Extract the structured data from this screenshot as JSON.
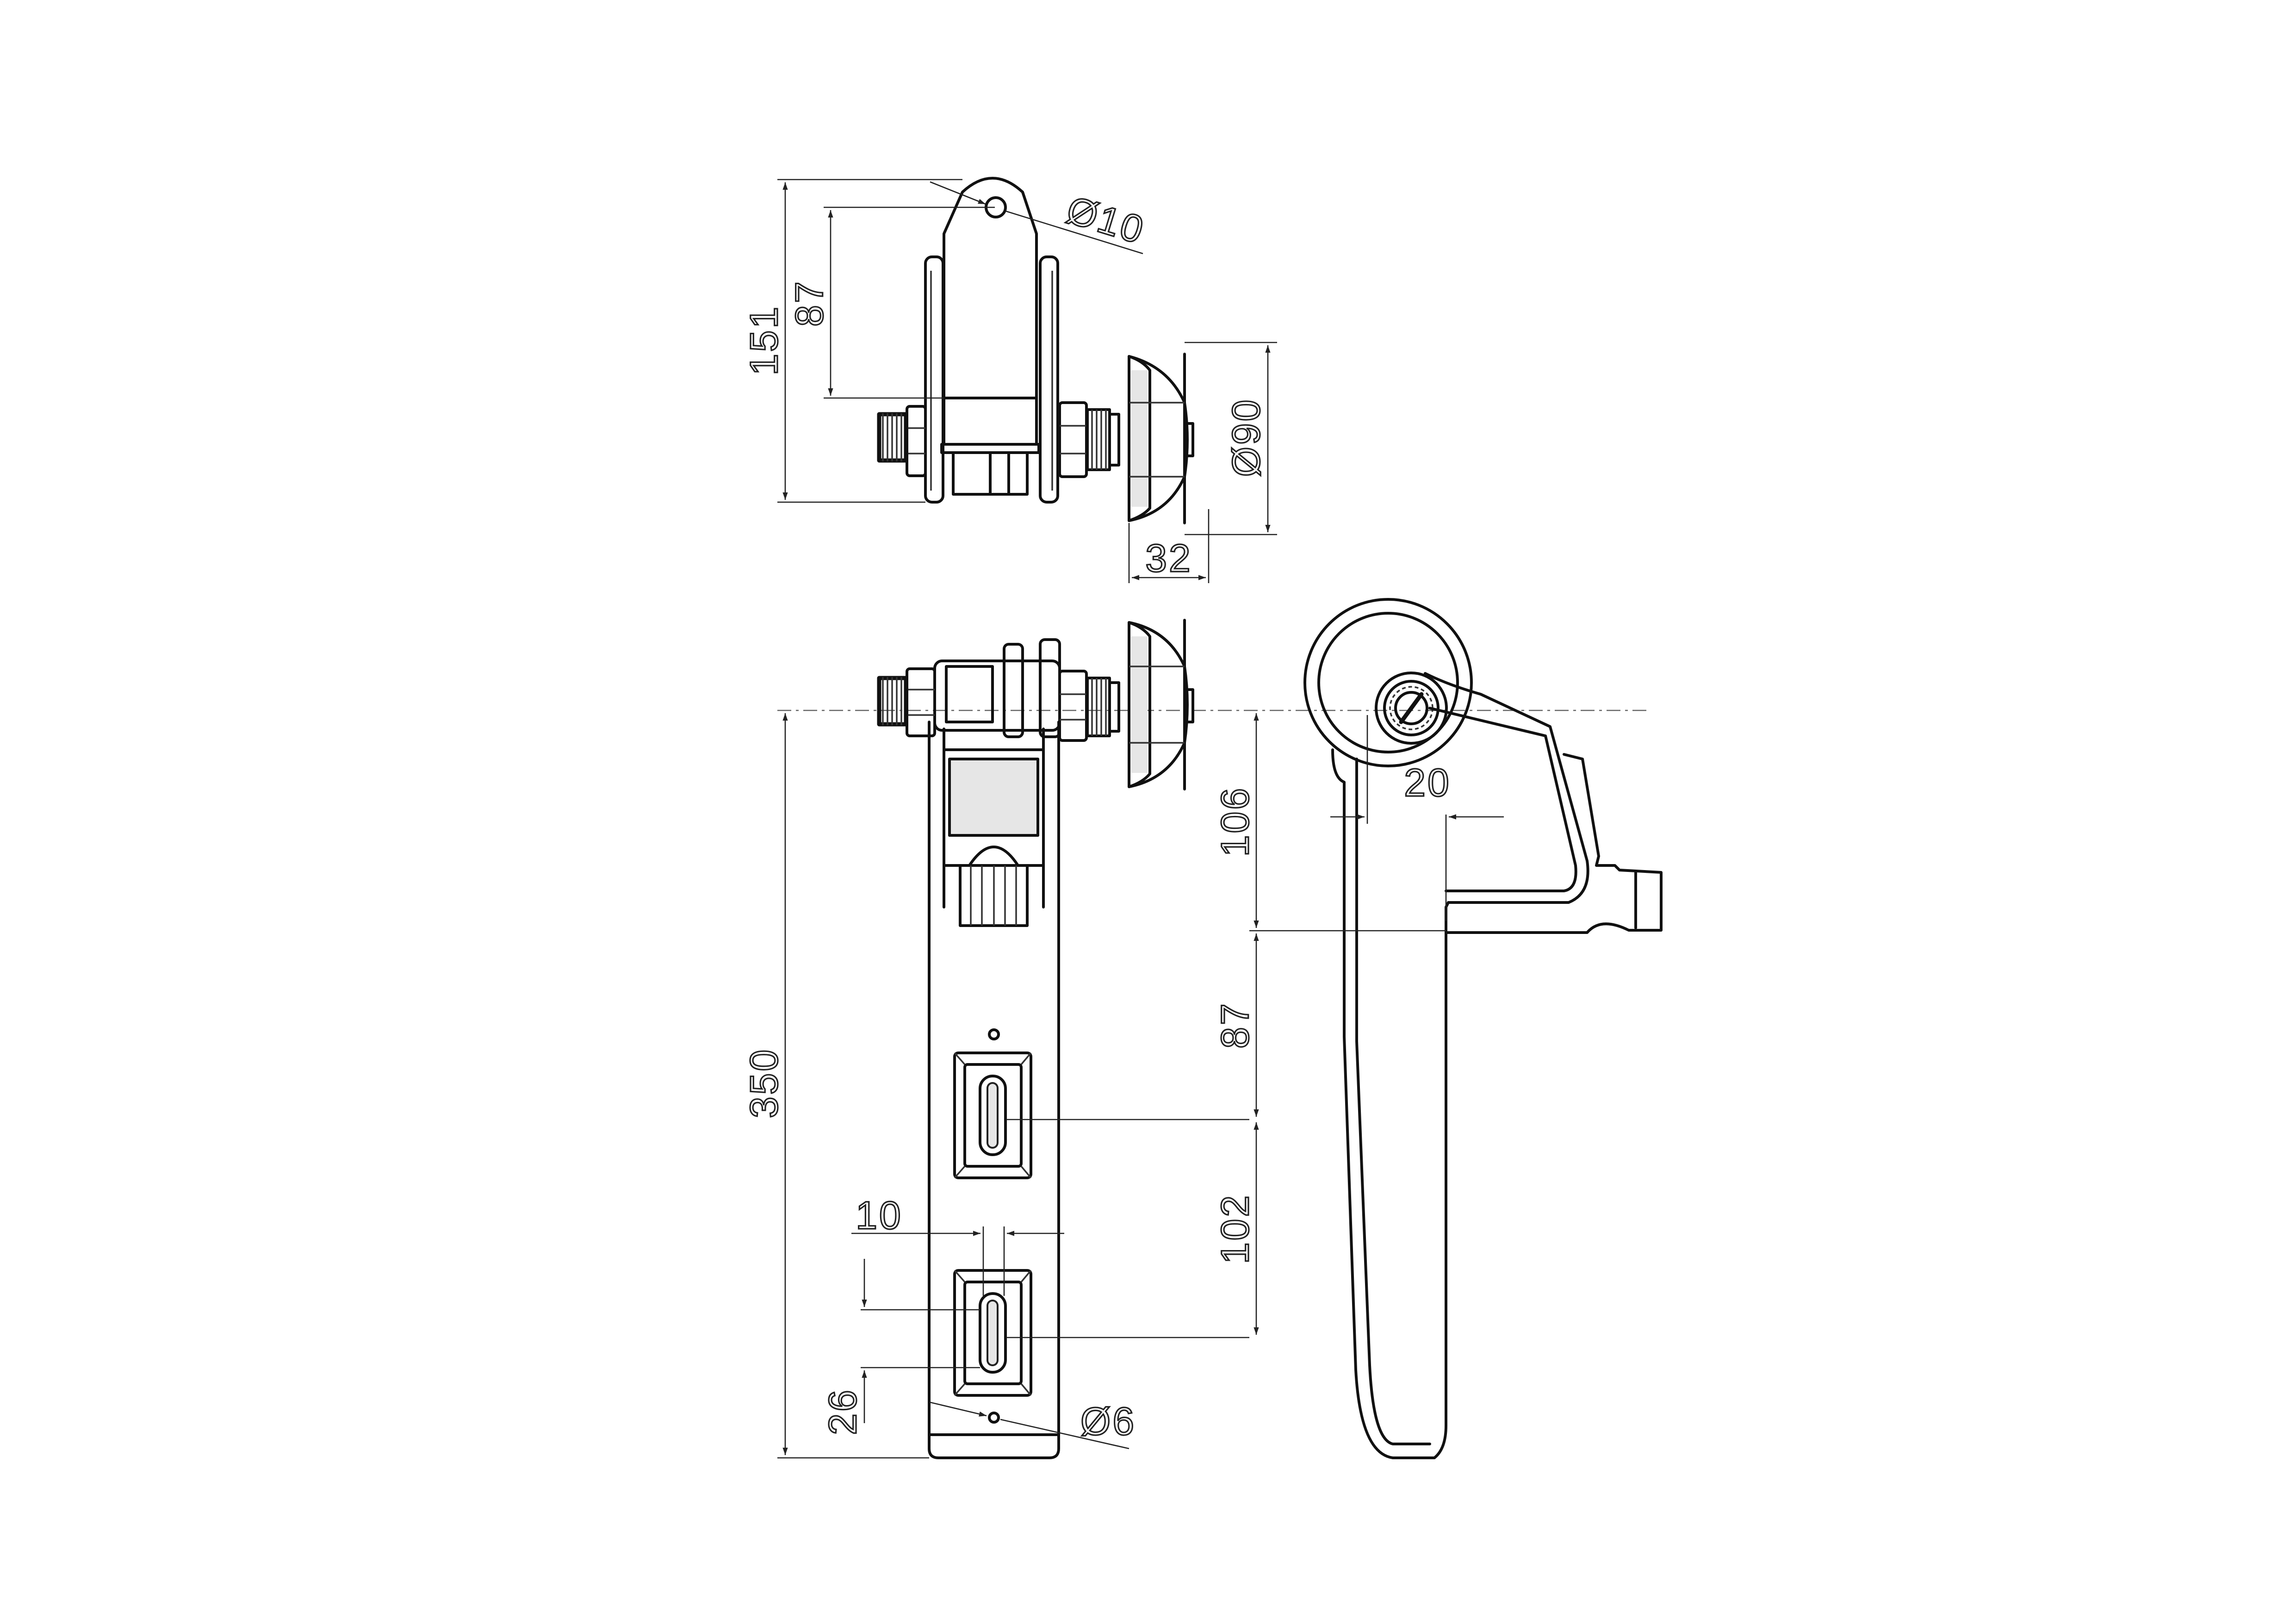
{
  "dimensions": {
    "top_view": {
      "hole_diameter": "Ø10",
      "overall_height": "151",
      "hole_to_axle": "87",
      "wheel_diameter": "Ø90",
      "wheel_width": "32"
    },
    "front_view": {
      "total_length": "350",
      "axle_to_first_slot": "106",
      "first_to_second_slot": "87",
      "second_to_third_slot": "102",
      "slot_width": "10",
      "slot_to_end": "26",
      "end_hole_diameter": "Ø6"
    },
    "side_view": {
      "offset": "20"
    }
  }
}
